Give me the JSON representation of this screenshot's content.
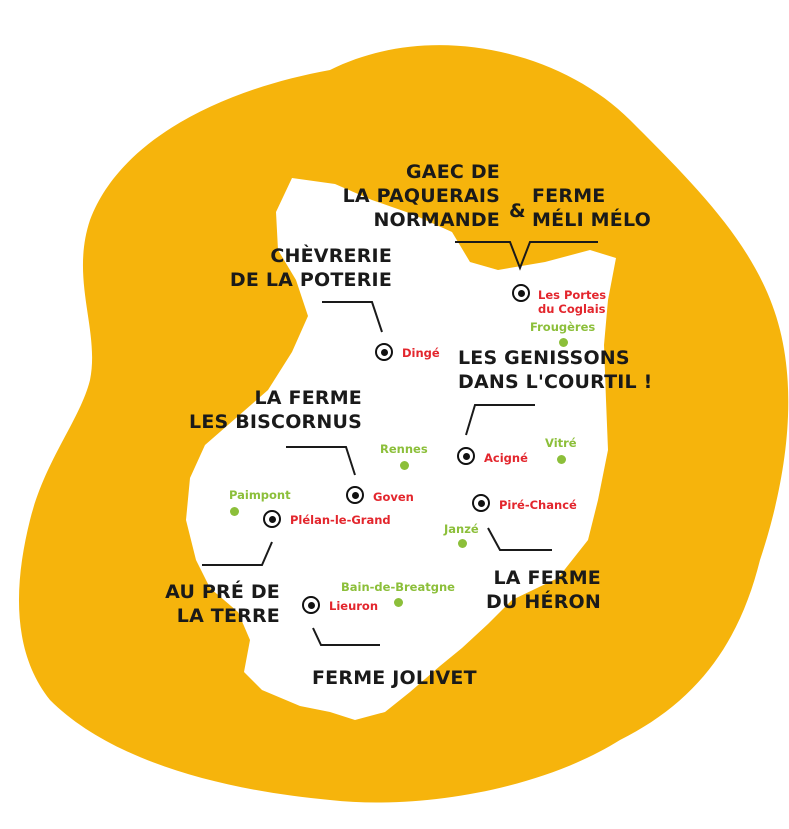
{
  "colors": {
    "blob": "#f6b40c",
    "region": "#ffffff",
    "farm_text": "#1a1a1a",
    "farm_town": "#e3262d",
    "city": "#8cbf3a"
  },
  "farms": {
    "paquerais": {
      "line1": "GAEC DE",
      "line2": "LA PAQUERAIS",
      "line3": "NORMANDE"
    },
    "ampersand": "&",
    "meli_melo": {
      "line1": "FERME",
      "line2": "MÉLI MÉLO"
    },
    "chevrerie": {
      "line1": "CHÈVRERIE",
      "line2": "DE LA POTERIE"
    },
    "genissons": {
      "line1": "LES GENISSONS",
      "line2": "DANS L'COURTIL !"
    },
    "biscornus": {
      "line1": "LA FERME",
      "line2": "LES BISCORNUS"
    },
    "pre_terre": {
      "line1": "AU PRÉ DE",
      "line2": "LA TERRE"
    },
    "heron": {
      "line1": "LA FERME",
      "line2": "DU HÉRON"
    },
    "jolivet": {
      "line1": "FERME JOLIVET"
    }
  },
  "farm_towns": {
    "portes_coglais": {
      "line1": "Les Portes",
      "line2": "du Coglais"
    },
    "dinge": "Dingé",
    "acigne": "Acigné",
    "goven": "Goven",
    "plelan": "Plélan-le-Grand",
    "pire": "Piré-Chancé",
    "lieuron": "Lieuron"
  },
  "cities": {
    "fougeres": "Frougères",
    "rennes": "Rennes",
    "vitre": "Vitré",
    "paimpont": "Paimpont",
    "janze": "Janzé",
    "bain": "Bain-de-Breatgne"
  }
}
